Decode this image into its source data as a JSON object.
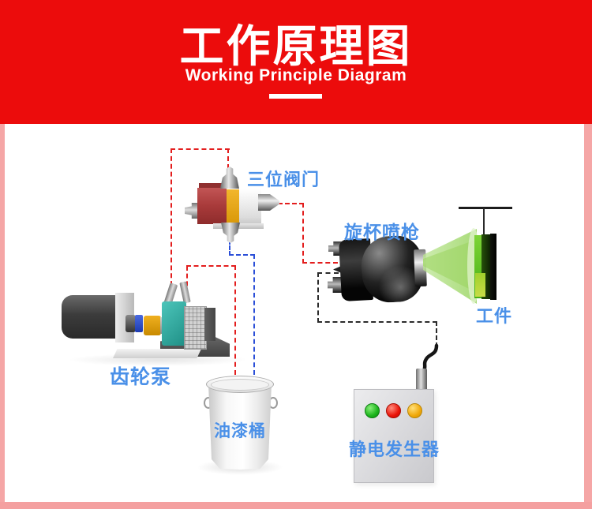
{
  "header": {
    "title": "工作原理图",
    "subtitle": "Working Principle Diagram"
  },
  "diagram": {
    "labels": {
      "valve": "三位阀门",
      "spray_gun": "旋杯喷枪",
      "workpiece": "工件",
      "gear_pump": "齿轮泵",
      "paint_bucket": "油漆桶",
      "generator": "静电发生器"
    },
    "generator_lights": [
      "green",
      "red",
      "yellow"
    ]
  },
  "colors": {
    "banner_red": "#ec0c0c",
    "frame_pink": "#f5a6a6",
    "label_blue": "#4a90e8",
    "line_red": "#e31e1e",
    "line_blue": "#2b4fd8",
    "line_black": "#2b2b2b",
    "pump_teal": "#2aa79d",
    "valve_yellow": "#e8a71a",
    "valve_red": "#a83a3a",
    "spray_green": "#8ed050"
  }
}
